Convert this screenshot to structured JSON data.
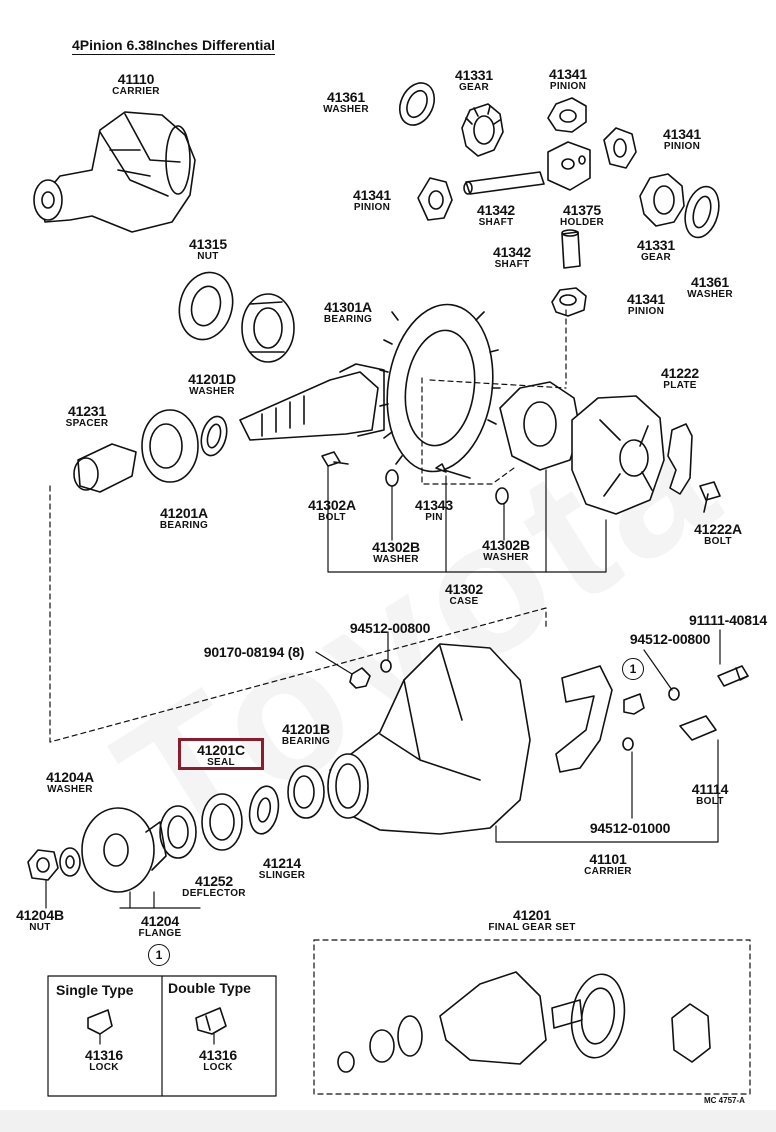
{
  "title": "4Pinion 6.38Inches Differential",
  "highlight_color": "#8a1c2b",
  "watermark": "Toyota",
  "drawing_code": "MC 4757-A",
  "callout_marker": "1",
  "lock_box": {
    "single_title": "Single Type",
    "double_title": "Double Type"
  },
  "parts": [
    {
      "id": "p_41110",
      "number": "41110",
      "name": "CARRIER"
    },
    {
      "id": "p_41361a",
      "number": "41361",
      "name": "WASHER"
    },
    {
      "id": "p_41331a",
      "number": "41331",
      "name": "GEAR"
    },
    {
      "id": "p_41341a",
      "number": "41341",
      "name": "PINION"
    },
    {
      "id": "p_41341b",
      "number": "41341",
      "name": "PINION"
    },
    {
      "id": "p_41341c",
      "number": "41341",
      "name": "PINION"
    },
    {
      "id": "p_41342a",
      "number": "41342",
      "name": "SHAFT"
    },
    {
      "id": "p_41375",
      "number": "41375",
      "name": "HOLDER"
    },
    {
      "id": "p_41315",
      "number": "41315",
      "name": "NUT"
    },
    {
      "id": "p_41342b",
      "number": "41342",
      "name": "SHAFT"
    },
    {
      "id": "p_41331b",
      "number": "41331",
      "name": "GEAR"
    },
    {
      "id": "p_41361b",
      "number": "41361",
      "name": "WASHER"
    },
    {
      "id": "p_41301a",
      "number": "41301A",
      "name": "BEARING"
    },
    {
      "id": "p_41341d",
      "number": "41341",
      "name": "PINION"
    },
    {
      "id": "p_41201d",
      "number": "41201D",
      "name": "WASHER"
    },
    {
      "id": "p_41222",
      "number": "41222",
      "name": "PLATE"
    },
    {
      "id": "p_41231",
      "number": "41231",
      "name": "SPACER"
    },
    {
      "id": "p_41201a",
      "number": "41201A",
      "name": "BEARING"
    },
    {
      "id": "p_41302a",
      "number": "41302A",
      "name": "BOLT"
    },
    {
      "id": "p_41343",
      "number": "41343",
      "name": "PIN"
    },
    {
      "id": "p_41222a",
      "number": "41222A",
      "name": "BOLT"
    },
    {
      "id": "p_41302b1",
      "number": "41302B",
      "name": "WASHER"
    },
    {
      "id": "p_41302b2",
      "number": "41302B",
      "name": "WASHER"
    },
    {
      "id": "p_41302",
      "number": "41302",
      "name": "CASE"
    },
    {
      "id": "p_94512a",
      "number": "94512-00800",
      "name": ""
    },
    {
      "id": "p_91111",
      "number": "91111-40814",
      "name": ""
    },
    {
      "id": "p_90170",
      "number": "90170-08194 (8)",
      "name": ""
    },
    {
      "id": "p_94512b",
      "number": "94512-00800",
      "name": ""
    },
    {
      "id": "p_41201b",
      "number": "41201B",
      "name": "BEARING"
    },
    {
      "id": "p_41201c",
      "number": "41201C",
      "name": "SEAL"
    },
    {
      "id": "p_41204a",
      "number": "41204A",
      "name": "WASHER"
    },
    {
      "id": "p_41114",
      "number": "41114",
      "name": "BOLT"
    },
    {
      "id": "p_41214",
      "number": "41214",
      "name": "SLINGER"
    },
    {
      "id": "p_94512c",
      "number": "94512-01000",
      "name": ""
    },
    {
      "id": "p_41252",
      "number": "41252",
      "name": "DEFLECTOR"
    },
    {
      "id": "p_41101",
      "number": "41101",
      "name": "CARRIER"
    },
    {
      "id": "p_41204b",
      "number": "41204B",
      "name": "NUT"
    },
    {
      "id": "p_41204",
      "number": "41204",
      "name": "FLANGE"
    },
    {
      "id": "p_41201",
      "number": "41201",
      "name": "FINAL GEAR SET"
    },
    {
      "id": "p_41316a",
      "number": "41316",
      "name": "LOCK"
    },
    {
      "id": "p_41316b",
      "number": "41316",
      "name": "LOCK"
    }
  ]
}
